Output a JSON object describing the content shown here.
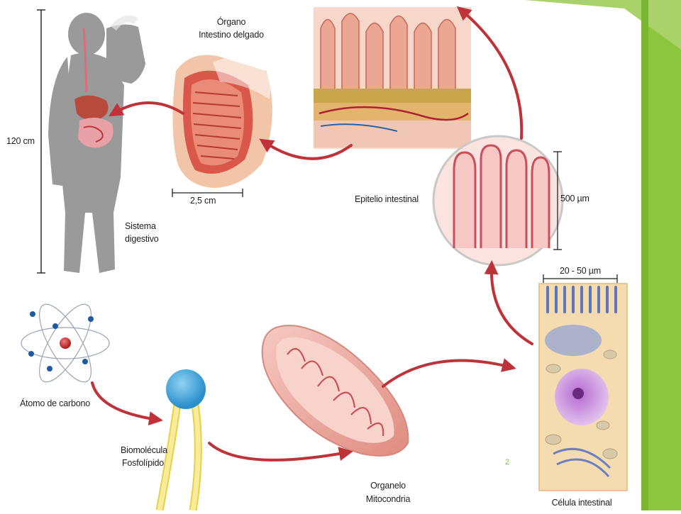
{
  "labels": {
    "organo_title": "Órgano",
    "organo_name": "Intestino delgado",
    "height_measure": "120 cm",
    "organ_width": "2,5 cm",
    "sistema_line1": "Sistema",
    "sistema_line2": "digestivo",
    "epitelio": "Epitelio intestinal",
    "epitelio_measure": "500 µm",
    "cell_measure": "20 - 50 µm",
    "atomo": "Átomo de carbono",
    "biomolecula_line1": "Biomolécula",
    "biomolecula_line2": "Fosfolípido",
    "organelo_line1": "Organelo",
    "organelo_line2": "Mitocondria",
    "celula": "Célula intestinal"
  },
  "page_number": "2",
  "colors": {
    "arrow": "#c0323a",
    "accent_green": "#8cc63f",
    "accent_green_dark": "#6aa22c",
    "tissue_pink": "#e89a8c",
    "body_gray": "#9a9a9a",
    "atom_nucleus": "#c42a2a",
    "atom_electron": "#1f5aa0",
    "lipid_head": "#3fa9e0",
    "lipid_tail": "#f2e27a"
  }
}
